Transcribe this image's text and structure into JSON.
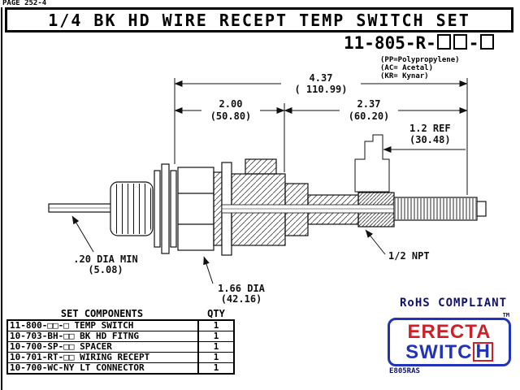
{
  "page": {
    "label": "PAGE 252-4",
    "title": "1/4 BK HD WIRE RECEPT TEMP SWITCH SET"
  },
  "part_number": {
    "prefix": "11-805-R-",
    "separator": "-"
  },
  "material_notes": [
    "(PP=Polypropylene)",
    "(AC= Acetal)",
    "(KR= Kynar)"
  ],
  "dimensions": {
    "overall_in": "4.37",
    "overall_mm": "( 110.99)",
    "left_in": "2.00",
    "left_mm": "(50.80)",
    "right_in": "2.37",
    "right_mm": "(60.20)",
    "ref_in": "1.2 REF",
    "ref_mm": "(30.48)",
    "wire_dia_1": ".20 DIA MIN",
    "wire_dia_2": "(5.08)",
    "flange_dia_1": "1.66 DIA",
    "flange_dia_2": "(42.16)",
    "thread": "1/2 NPT"
  },
  "components_table": {
    "title": "SET COMPONENTS",
    "qty_header": "QTY",
    "rows": [
      {
        "part": "11-800-□□-□ TEMP SWITCH",
        "qty": "1"
      },
      {
        "part": "10-703-BH-□□ BK HD FITNG",
        "qty": "1"
      },
      {
        "part": "10-700-SP-□□ SPACER",
        "qty": "1"
      },
      {
        "part": "10-701-RT-□□ WIRING RECEPT",
        "qty": "1"
      },
      {
        "part": "10-700-WC-NY LT CONNECTOR",
        "qty": "1"
      }
    ]
  },
  "footer": {
    "rohs": "RoHS COMPLIANT",
    "logo": {
      "word1": "ERECTA",
      "word2": "SWITC",
      "word2_last": "H",
      "tm": "TM",
      "code": "E805RAS"
    }
  }
}
